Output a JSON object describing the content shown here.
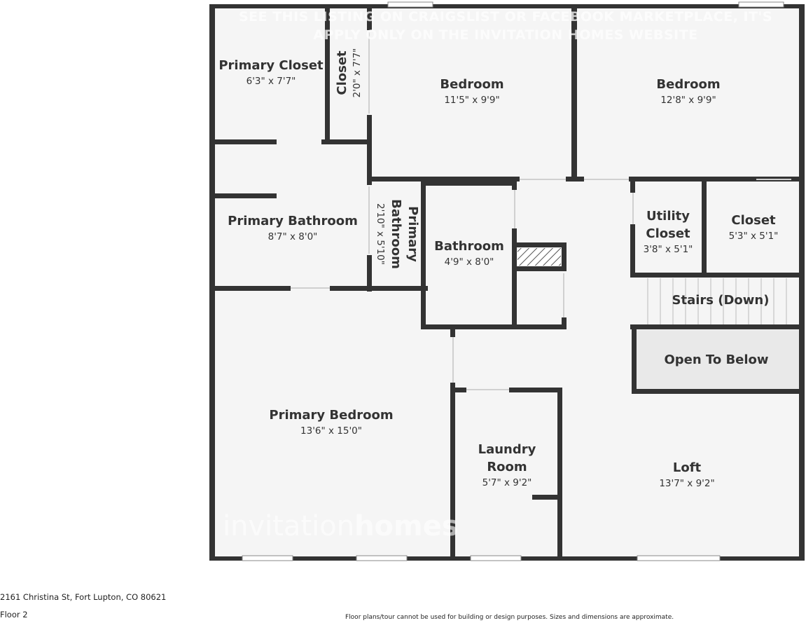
{
  "floor_plan": {
    "watermark": {
      "line1": "SEE THIS LISTING ON CRAIGSLIST OR FACEBOOK MARKETPLACE, IT'S",
      "line2": "APPLY ONLY ON THE INVITATION HOMES WEBSITE",
      "brand_light": "invitation",
      "brand_heavy": "homes"
    },
    "rooms": {
      "primary_closet": {
        "name": "Primary Closet",
        "dim": "6'3\" x 7'7\""
      },
      "closet_small": {
        "name": "Closet",
        "dim": "2'0\" x 7'7\""
      },
      "bedroom_1": {
        "name": "Bedroom",
        "dim": "11'5\" x 9'9\""
      },
      "bedroom_2": {
        "name": "Bedroom",
        "dim": "12'8\" x 9'9\""
      },
      "primary_bathroom": {
        "name": "Primary Bathroom",
        "dim": "8'7\" x 8'0\""
      },
      "primary_bathroom_small": {
        "name_line1": "Primary",
        "name_line2": "Bathroom",
        "dim": "2'10\" x 5'10\""
      },
      "bathroom": {
        "name": "Bathroom",
        "dim": "4'9\" x 8'0\""
      },
      "utility_closet": {
        "name_line1": "Utility",
        "name_line2": "Closet",
        "dim": "3'8\" x 5'1\""
      },
      "closet_2": {
        "name": "Closet",
        "dim": "5'3\" x 5'1\""
      },
      "stairs": {
        "name": "Stairs (Down)"
      },
      "open_to_below": {
        "name": "Open To Below"
      },
      "primary_bedroom": {
        "name": "Primary Bedroom",
        "dim": "13'6\" x 15'0\""
      },
      "laundry_room": {
        "name_line1": "Laundry",
        "name_line2": "Room",
        "dim": "5'7\" x 9'2\""
      },
      "loft": {
        "name": "Loft",
        "dim": "13'7\" x 9'2\""
      }
    }
  },
  "footer": {
    "address": "2161 Christina St, Fort Lupton, CO 80621",
    "floor": "Floor 2",
    "disclaimer": "Floor plans/tour cannot be used for building or design purposes. Sizes and dimensions are approximate."
  },
  "colors": {
    "wall": "#333333",
    "floor": "#f5f5f5",
    "open_to_below": "#e9e9e9",
    "window": "#ffffff"
  }
}
